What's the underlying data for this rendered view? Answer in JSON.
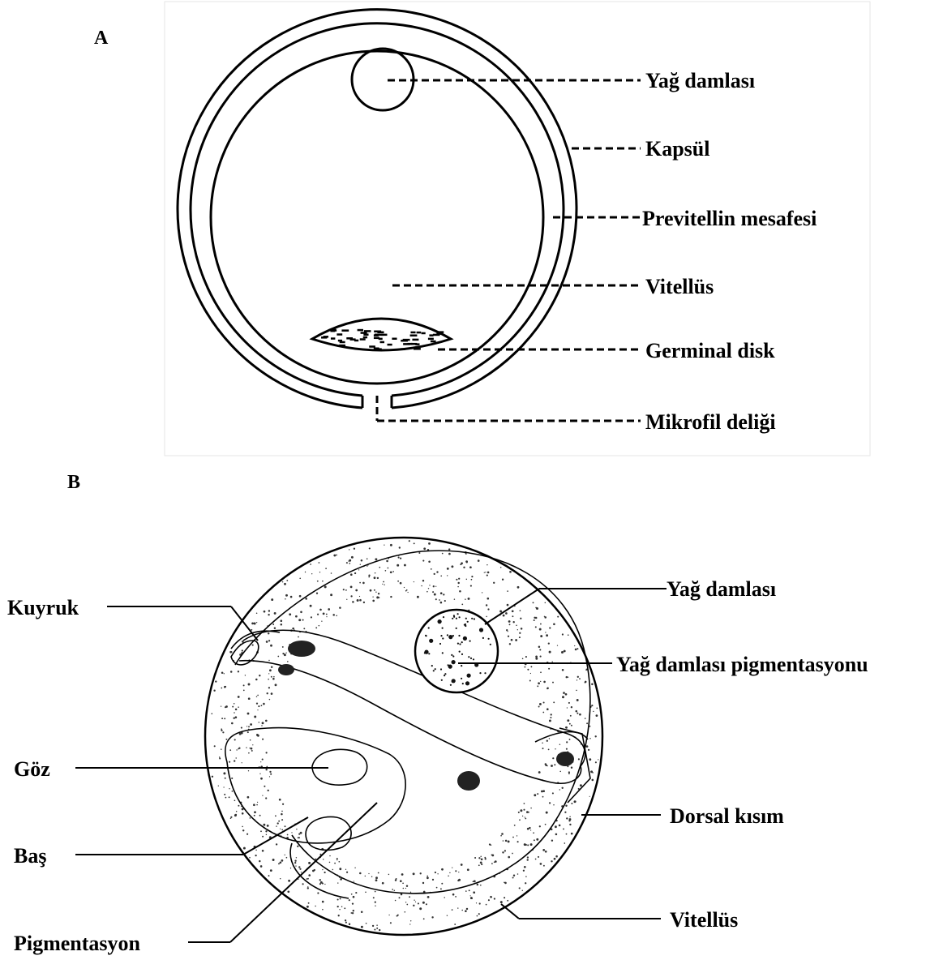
{
  "panels": {
    "a": {
      "letter": "A",
      "labels": {
        "yag_damlasi": "Yağ damlası",
        "kapsul": "Kapsül",
        "previtellin": "Previtellin mesafesi",
        "vitellus": "Vitellüs",
        "germinal_disk": "Germinal disk",
        "mikrofil": "Mikrofil deliği"
      }
    },
    "b": {
      "letter": "B",
      "labels": {
        "kuyruk": "Kuyruk",
        "goz": "Göz",
        "bas": "Baş",
        "pigmentasyon": "Pigmentasyon",
        "yag_damlasi": "Yağ damlası",
        "yag_pigment": "Yağ damlası pigmentasyonu",
        "dorsal": "Dorsal kısım",
        "vitellus": "Vitellüs"
      }
    }
  }
}
